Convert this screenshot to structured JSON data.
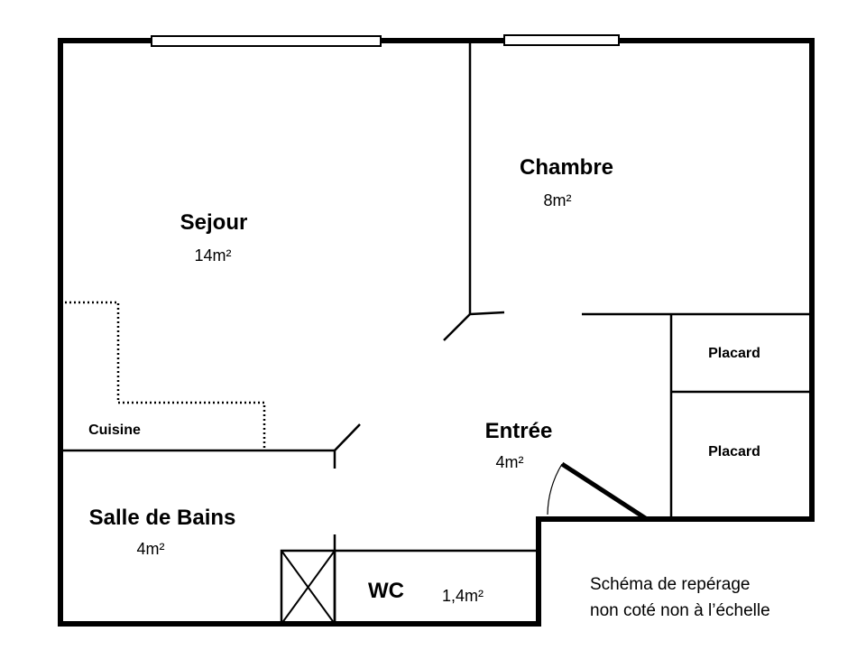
{
  "rooms": {
    "sejour": {
      "name": "Sejour",
      "area": "14m²"
    },
    "chambre": {
      "name": "Chambre",
      "area": "8m²"
    },
    "entree": {
      "name": "Entrée",
      "area": "4m²"
    },
    "salle_de_bains": {
      "name": "Salle de Bains",
      "area": "4m²"
    },
    "wc": {
      "name": "WC",
      "area": "1,4m²"
    },
    "cuisine": {
      "name": "Cuisine"
    },
    "placard_1": {
      "name": "Placard"
    },
    "placard_2": {
      "name": "Placard"
    }
  },
  "note": {
    "line1": "Schéma de repérage",
    "line2": "non coté non à l’échelle"
  },
  "colors": {
    "wall": "#000000",
    "window_fill": "#ffffff",
    "background": "#ffffff"
  }
}
